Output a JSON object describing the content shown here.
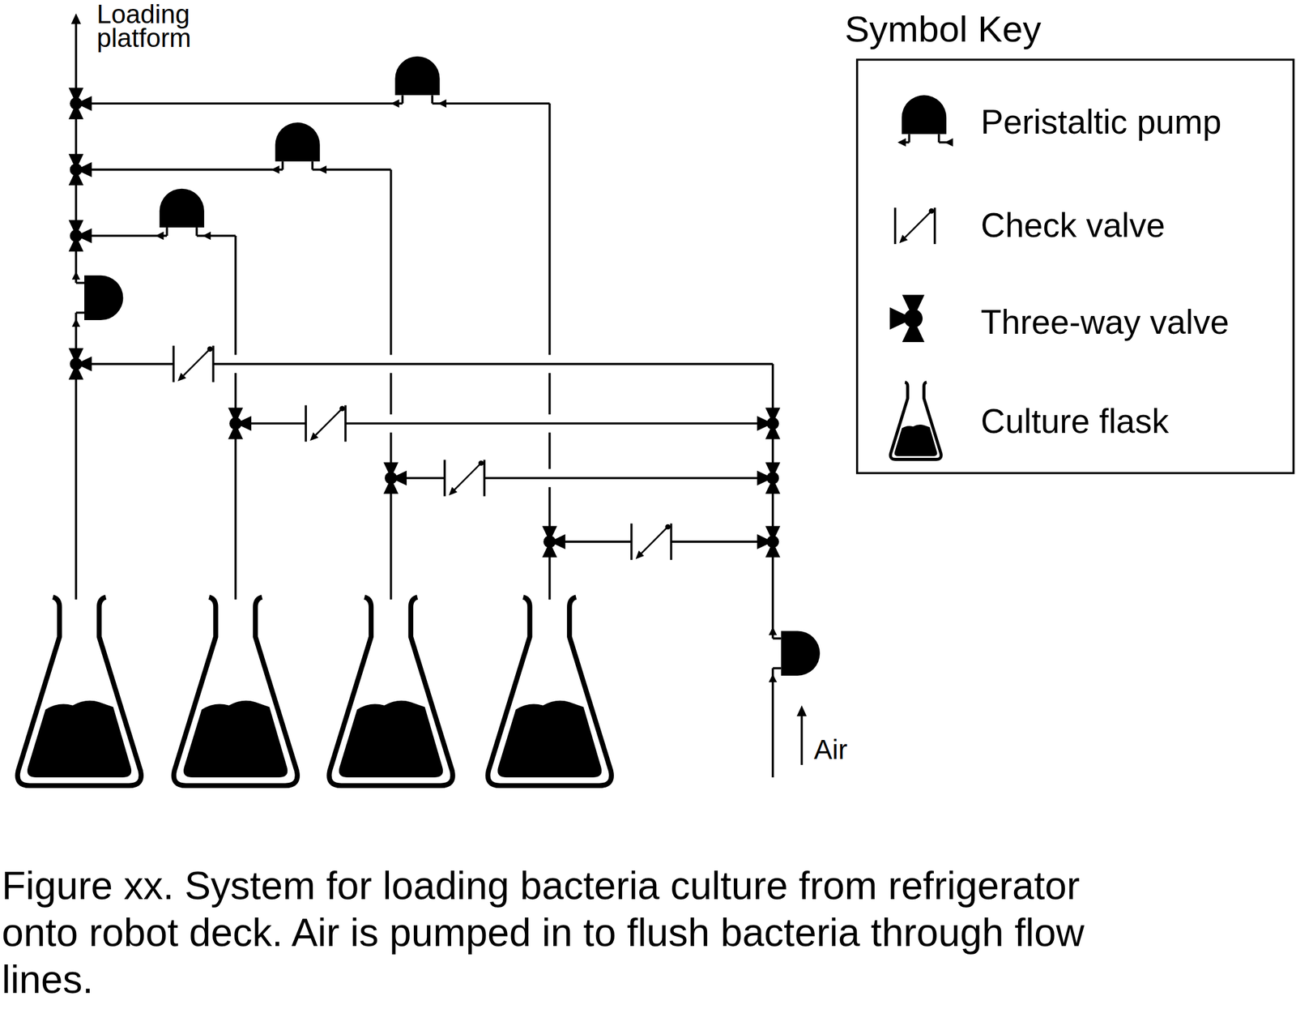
{
  "diagram": {
    "caption": "Figure xx. System for loading bacteria culture from refrigerator onto robot deck. Air is pumped in to flush bacteria through flow lines.",
    "labels": [
      "Loading platform",
      "Symbol Key",
      "Air"
    ],
    "legend": [
      {
        "text": "Peristaltic pump"
      },
      {
        "text": "Check valve"
      },
      {
        "text": "Three-way valve"
      },
      {
        "text": "Culture flask"
      }
    ]
  }
}
